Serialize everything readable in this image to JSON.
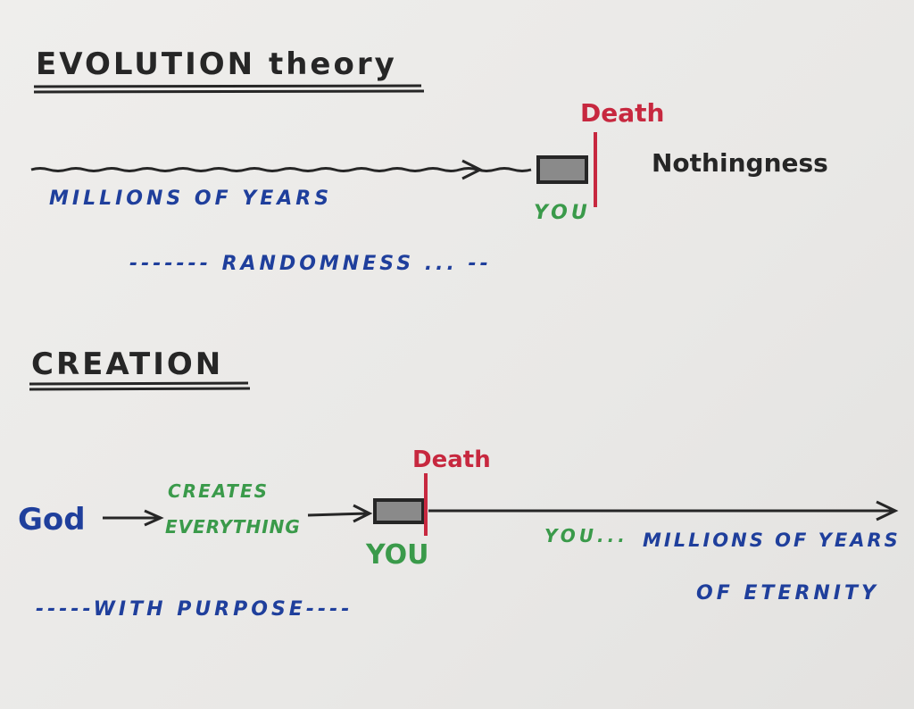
{
  "evolution": {
    "title": "EVOLUTION theory",
    "death_label": "Death",
    "after_death": "Nothingness",
    "timeline_label": "MILLIONS OF YEARS",
    "you_label": "YOU",
    "footer": "------- RANDOMNESS ... --"
  },
  "creation": {
    "title": "CREATION",
    "start": "God",
    "creates_line1": "CREATES",
    "creates_line2": "EVERYTHING",
    "you_label": "YOU",
    "death_label": "Death",
    "after_you": "YOU...",
    "eternity_line1": "MILLIONS OF YEARS",
    "eternity_line2": "OF ETERNITY",
    "footer": "-----WITH PURPOSE----"
  },
  "colors": {
    "black": "#262626",
    "blue": "#1f3f9c",
    "green": "#3a9a4a",
    "red": "#c7283f"
  }
}
